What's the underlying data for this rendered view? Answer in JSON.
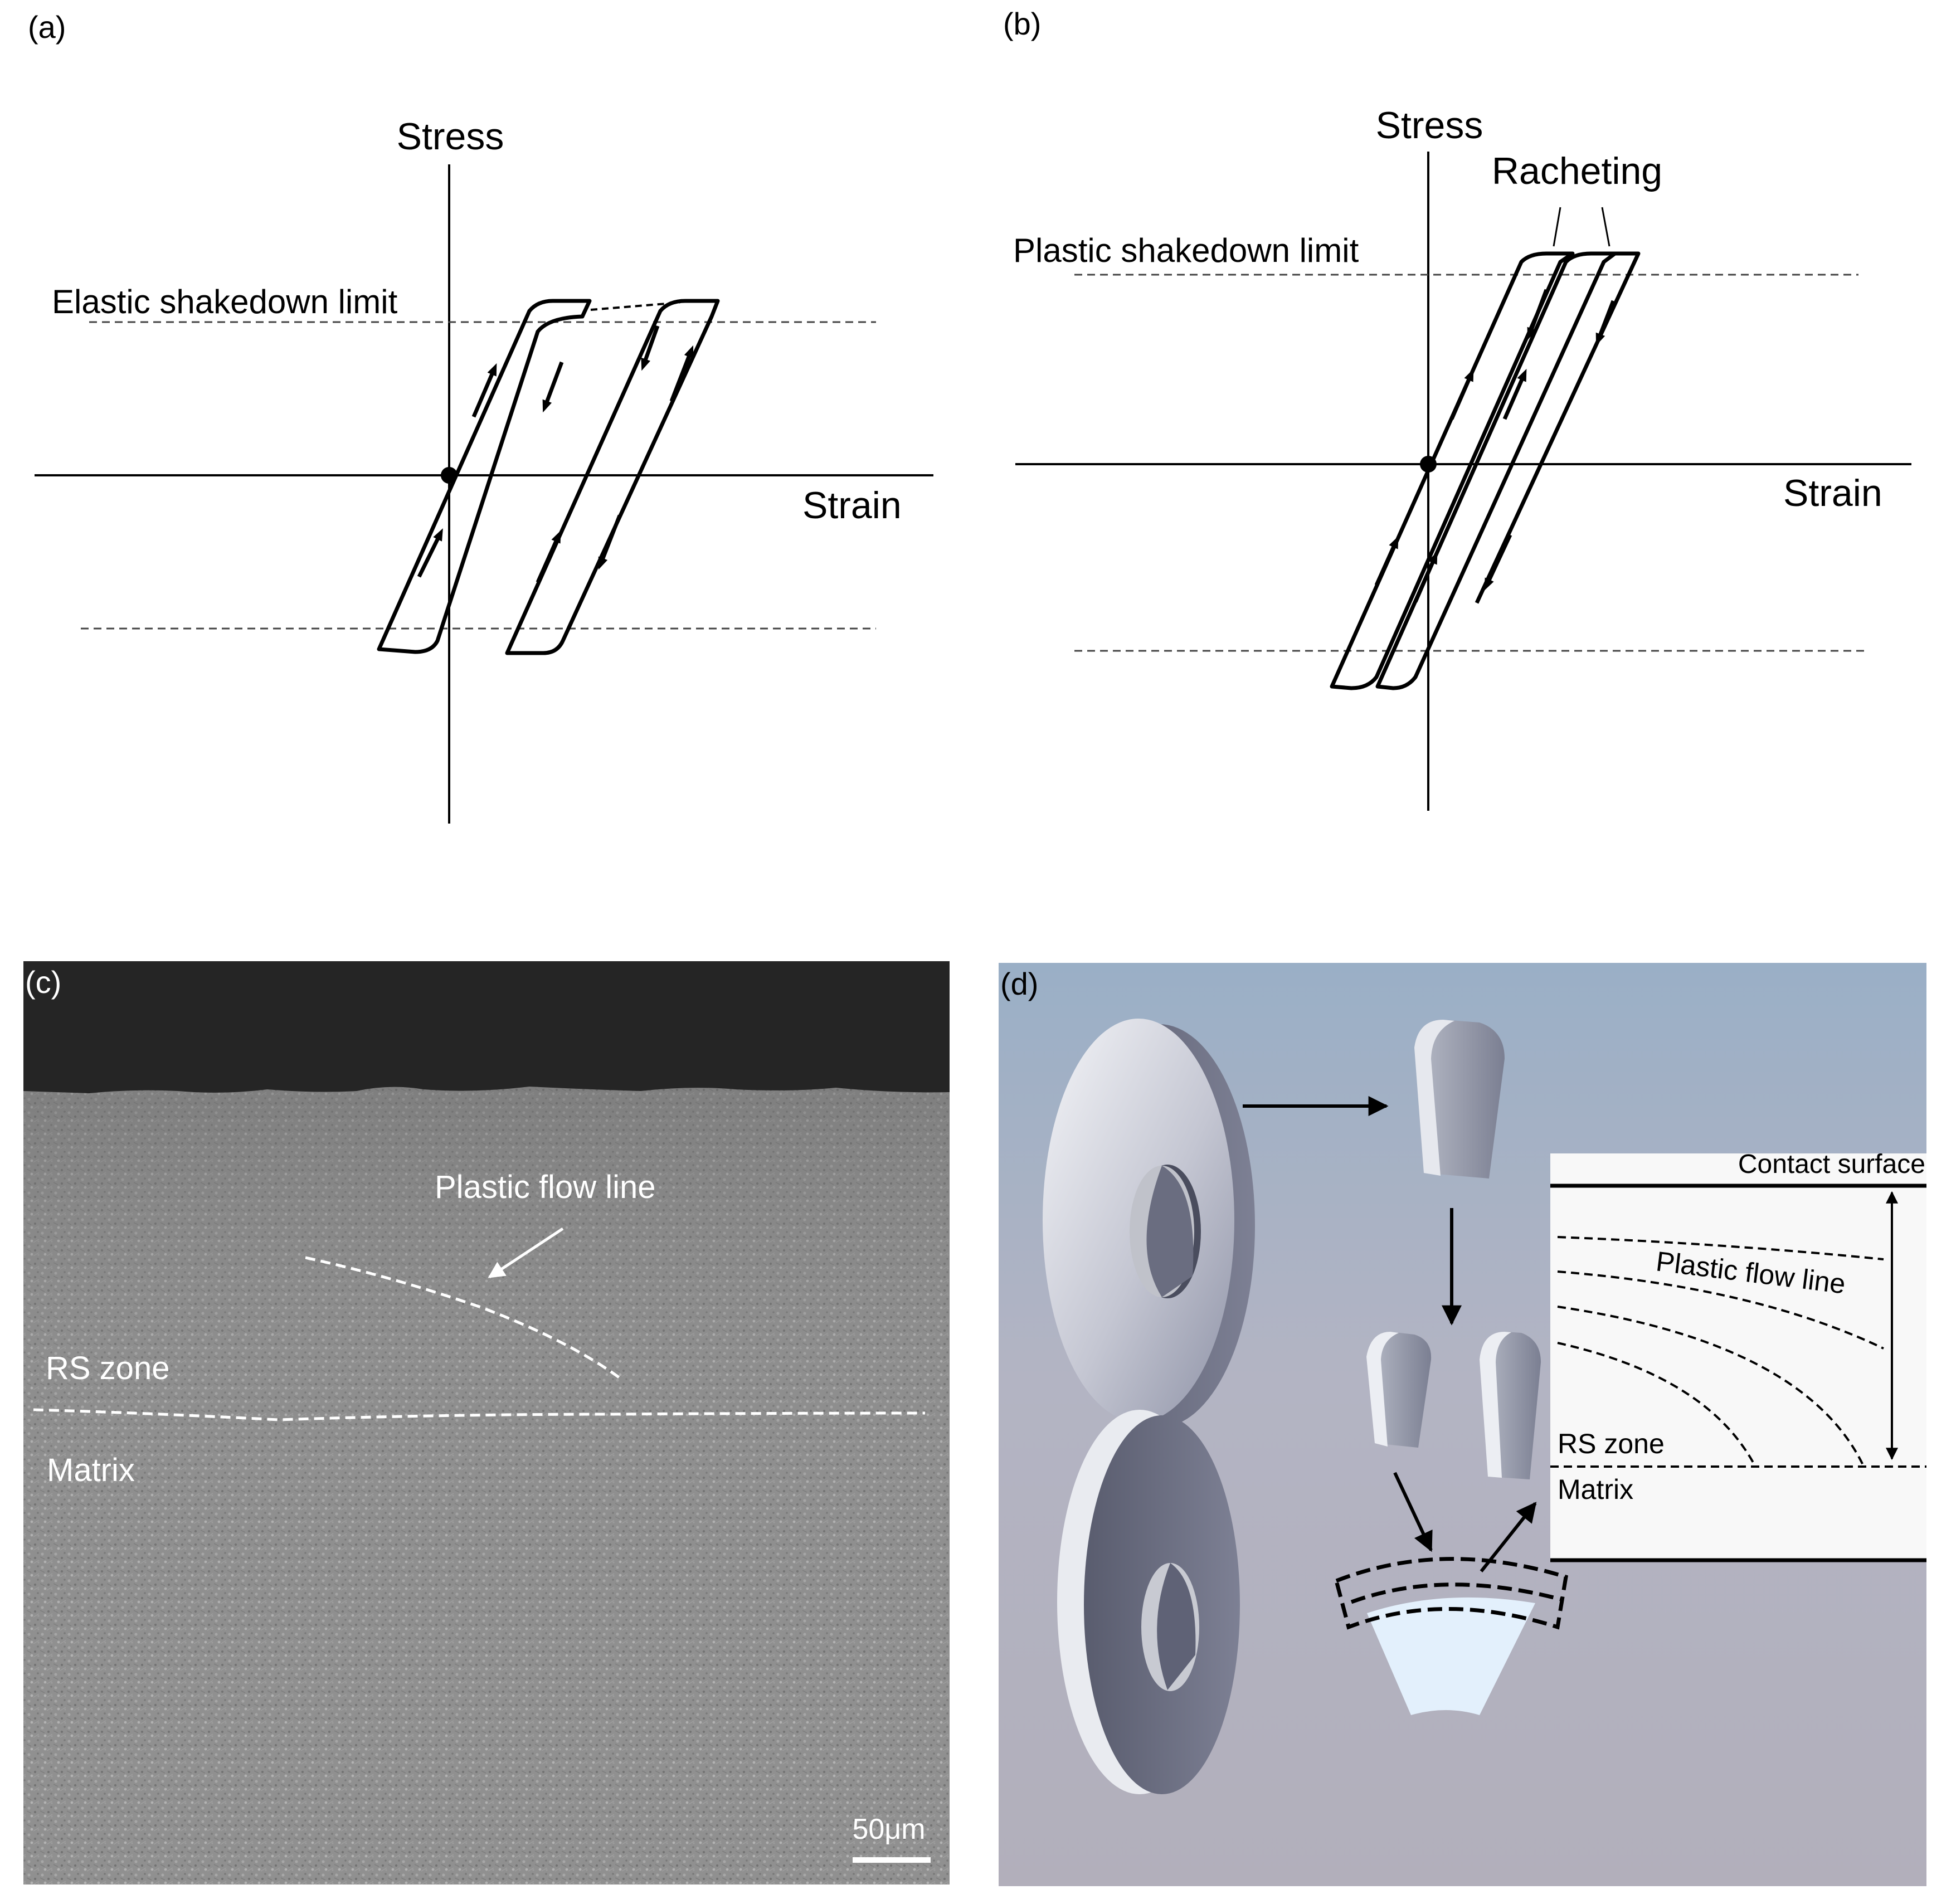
{
  "panel_a": {
    "label": "(a)",
    "y_axis_label": "Stress",
    "x_axis_label": "Strain",
    "limit_label": "Elastic shakedown limit"
  },
  "panel_b": {
    "label": "(b)",
    "y_axis_label": "Stress",
    "x_axis_label": "Strain",
    "limit_label": "Plastic shakedown limit",
    "ratchet_label": "Racheting"
  },
  "panel_c": {
    "label": "(c)",
    "flow_label": "Plastic flow line",
    "rs_label": "RS zone",
    "matrix_label": "Matrix",
    "scale_label": "50μm"
  },
  "panel_d": {
    "label": "(d)",
    "contact_label": "Contact surface",
    "flow_label": "Plastic flow line",
    "rs_label": "RS zone",
    "matrix_label": "Matrix"
  }
}
